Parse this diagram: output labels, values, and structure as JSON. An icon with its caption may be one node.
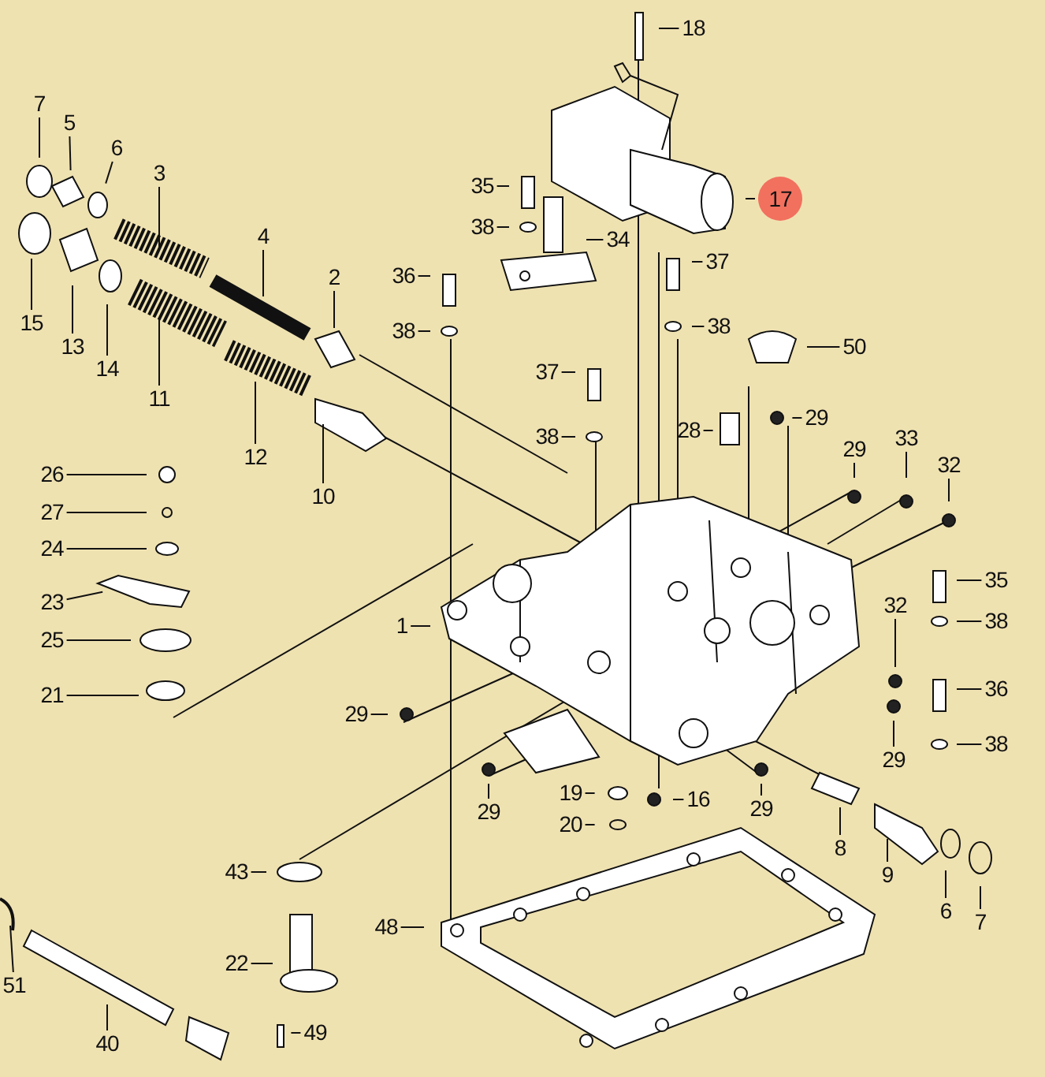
{
  "diagram": {
    "nodes": [
      {
        "text": [
          "18"
        ]
      },
      {
        "text": [
          "7"
        ]
      },
      {
        "text": [
          "5"
        ]
      },
      {
        "text": [
          "6"
        ]
      },
      {
        "text": [
          "3"
        ]
      },
      {
        "text": [
          "4"
        ]
      },
      {
        "text": [
          "17"
        ]
      },
      {
        "text": [
          "35"
        ]
      },
      {
        "text": [
          "38"
        ]
      },
      {
        "text": [
          "34"
        ]
      },
      {
        "text": [
          "2"
        ]
      },
      {
        "text": [
          "36"
        ]
      },
      {
        "text": [
          "37"
        ]
      },
      {
        "text": [
          "15"
        ]
      },
      {
        "text": [
          "38"
        ]
      },
      {
        "text": [
          "38"
        ]
      },
      {
        "text": [
          "13"
        ]
      },
      {
        "text": [
          "14"
        ]
      },
      {
        "text": [
          "50"
        ]
      },
      {
        "text": [
          "37"
        ]
      },
      {
        "text": [
          "11"
        ]
      },
      {
        "text": [
          "28"
        ]
      },
      {
        "text": [
          "38"
        ]
      },
      {
        "text": [
          "29"
        ]
      },
      {
        "text": [
          "12"
        ]
      },
      {
        "text": [
          "33"
        ]
      },
      {
        "text": [
          "29"
        ]
      },
      {
        "text": [
          "32"
        ]
      },
      {
        "text": [
          "26"
        ]
      },
      {
        "text": [
          "10"
        ]
      },
      {
        "text": [
          "27"
        ]
      },
      {
        "text": [
          "24"
        ]
      },
      {
        "text": [
          "35"
        ]
      },
      {
        "text": [
          "23"
        ]
      },
      {
        "text": [
          "1"
        ]
      },
      {
        "text": [
          "32"
        ]
      },
      {
        "text": [
          "38"
        ]
      },
      {
        "text": [
          "25"
        ]
      },
      {
        "text": [
          "21"
        ]
      },
      {
        "text": [
          "36"
        ]
      },
      {
        "text": [
          "29"
        ]
      },
      {
        "text": [
          "29"
        ]
      },
      {
        "text": [
          "38"
        ]
      },
      {
        "text": [
          "19"
        ]
      },
      {
        "text": [
          "16"
        ]
      },
      {
        "text": [
          "29"
        ]
      },
      {
        "text": [
          "29"
        ]
      },
      {
        "text": [
          "8"
        ]
      },
      {
        "text": [
          "20"
        ]
      },
      {
        "text": [
          "9"
        ]
      },
      {
        "text": [
          "43"
        ]
      },
      {
        "text": [
          "6"
        ]
      },
      {
        "text": [
          "7"
        ]
      },
      {
        "text": [
          "48"
        ]
      },
      {
        "text": [
          "22"
        ]
      },
      {
        "text": [
          "51"
        ]
      },
      {
        "text": [
          "40"
        ]
      },
      {
        "text": [
          "49"
        ]
      }
    ],
    "edges": [
      {
        "from": 0,
        "to": null,
        "arrow": "none"
      },
      {
        "from": 1,
        "to": null,
        "arrow": "none"
      },
      {
        "from": 2,
        "to": null,
        "arrow": "none"
      },
      {
        "from": 3,
        "to": null,
        "arrow": "none"
      },
      {
        "from": 4,
        "to": null,
        "arrow": "none"
      },
      {
        "from": 5,
        "to": null,
        "arrow": "none"
      },
      {
        "from": 6,
        "to": null,
        "arrow": "none"
      },
      {
        "from": 7,
        "to": null,
        "arrow": "none"
      },
      {
        "from": 8,
        "to": null,
        "arrow": "none"
      },
      {
        "from": 9,
        "to": null,
        "arrow": "none"
      },
      {
        "from": 10,
        "to": null,
        "arrow": "none"
      },
      {
        "from": 11,
        "to": null,
        "arrow": "none"
      },
      {
        "from": 12,
        "to": null,
        "arrow": "none"
      },
      {
        "from": 13,
        "to": null,
        "arrow": "none"
      },
      {
        "from": 14,
        "to": null,
        "arrow": "none"
      },
      {
        "from": 15,
        "to": null,
        "arrow": "none"
      },
      {
        "from": 16,
        "to": null,
        "arrow": "none"
      },
      {
        "from": 17,
        "to": null,
        "arrow": "none"
      },
      {
        "from": 18,
        "to": null,
        "arrow": "none"
      },
      {
        "from": 19,
        "to": null,
        "arrow": "none"
      },
      {
        "from": 20,
        "to": null,
        "arrow": "none"
      },
      {
        "from": 21,
        "to": null,
        "arrow": "none"
      },
      {
        "from": 22,
        "to": null,
        "arrow": "none"
      },
      {
        "from": 23,
        "to": null,
        "arrow": "none"
      },
      {
        "from": 24,
        "to": null,
        "arrow": "none"
      },
      {
        "from": 25,
        "to": null,
        "arrow": "none"
      },
      {
        "from": 26,
        "to": null,
        "arrow": "none"
      },
      {
        "from": 27,
        "to": null,
        "arrow": "none"
      },
      {
        "from": 28,
        "to": null,
        "arrow": "none"
      },
      {
        "from": 29,
        "to": null,
        "arrow": "none"
      },
      {
        "from": 30,
        "to": null,
        "arrow": "none"
      },
      {
        "from": 31,
        "to": null,
        "arrow": "none"
      },
      {
        "from": 32,
        "to": null,
        "arrow": "none"
      },
      {
        "from": 33,
        "to": null,
        "arrow": "none"
      },
      {
        "from": 34,
        "to": null,
        "arrow": "none"
      },
      {
        "from": 35,
        "to": null,
        "arrow": "none"
      },
      {
        "from": 36,
        "to": null,
        "arrow": "none"
      },
      {
        "from": 37,
        "to": null,
        "arrow": "none"
      },
      {
        "from": 38,
        "to": null,
        "arrow": "none"
      },
      {
        "from": 39,
        "to": null,
        "arrow": "none"
      },
      {
        "from": 40,
        "to": null,
        "arrow": "none"
      },
      {
        "from": 41,
        "to": null,
        "arrow": "none"
      },
      {
        "from": 42,
        "to": null,
        "arrow": "none"
      },
      {
        "from": 43,
        "to": null,
        "arrow": "none"
      },
      {
        "from": 44,
        "to": null,
        "arrow": "none"
      },
      {
        "from": 45,
        "to": null,
        "arrow": "none"
      },
      {
        "from": 46,
        "to": null,
        "arrow": "none"
      },
      {
        "from": 47,
        "to": null,
        "arrow": "none"
      },
      {
        "from": 48,
        "to": null,
        "arrow": "none"
      },
      {
        "from": 49,
        "to": null,
        "arrow": "none"
      },
      {
        "from": 50,
        "to": null,
        "arrow": "none"
      },
      {
        "from": 51,
        "to": null,
        "arrow": "none"
      },
      {
        "from": 52,
        "to": null,
        "arrow": "none"
      },
      {
        "from": 53,
        "to": null,
        "arrow": "none"
      },
      {
        "from": 54,
        "to": null,
        "arrow": "none"
      },
      {
        "from": 55,
        "to": null,
        "arrow": "none"
      },
      {
        "from": 56,
        "to": null,
        "arrow": "none"
      },
      {
        "from": 57,
        "to": null,
        "arrow": "none"
      }
    ]
  }
}
